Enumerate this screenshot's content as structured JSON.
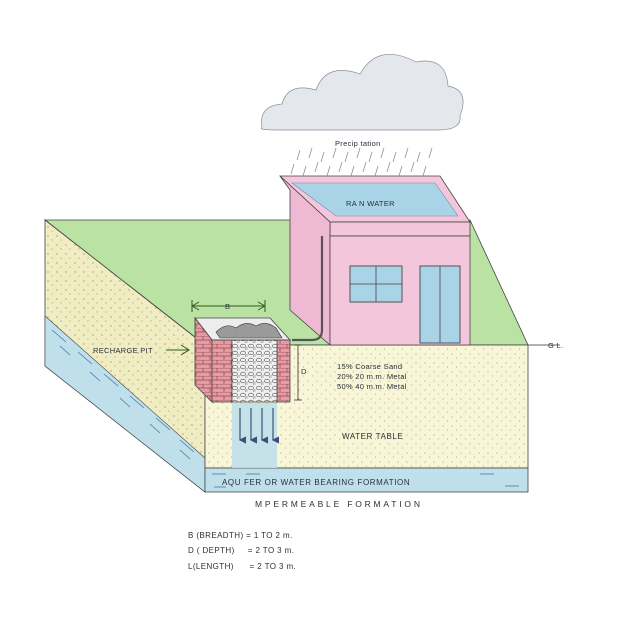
{
  "labels": {
    "precipitation": "Precip tation",
    "rain_water": "RA N WATER",
    "ground_level": "G L.",
    "recharge_pit": "RECHARGE PIT",
    "breadth_marker": "B",
    "depth_marker": "D",
    "water_table": "WATER TABLE",
    "aquifer": "AQU FER OR WATER BEARING FORMATION",
    "impermeable": "MPERMEABLE   FORMATION"
  },
  "filter_layers": [
    "15%  Coarse Sand",
    "20%  20 m.m. Metal",
    "50%  40 m.m. Metal"
  ],
  "dimensions": [
    "B (BREADTH) = 1 TO 2 m.",
    "D ( DEPTH)     = 2 TO 3 m.",
    "L(LENGTH)      = 2 TO 3 m."
  ],
  "colors": {
    "grass": "#b9e2a3",
    "soil": "#f8f6d6",
    "aquifer": "#bfe0ea",
    "house_wall": "#f3c6dc",
    "roof_water": "#a9d4e8",
    "brick": "#e79aa2",
    "cloud": "#e4e7ec"
  }
}
